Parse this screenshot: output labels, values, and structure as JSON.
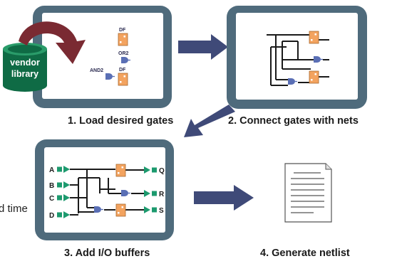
{
  "steps": [
    {
      "label": "1. Load desired gates"
    },
    {
      "label": "2. Connect gates with nets"
    },
    {
      "label": "3. Add I/O buffers"
    },
    {
      "label": "4. Generate netlist"
    }
  ],
  "library": {
    "line1": "vendor",
    "line2": "library"
  },
  "gates": {
    "df_top": "DF",
    "or2": "OR2",
    "and2": "AND2",
    "df_bottom": "DF"
  },
  "inputs": [
    "A",
    "B",
    "C",
    "D"
  ],
  "outputs": [
    "Q",
    "R",
    "S"
  ],
  "side_text": "d time",
  "colors": {
    "panel_frame": "#4f6b7c",
    "arrow": "#3f4a78",
    "curved_arrow": "#7a2a32",
    "cylinder": "#0f6b45",
    "flipflop": "#f3a35f",
    "gate": "#5a6fb5",
    "buffer": "#1c9a6e"
  }
}
